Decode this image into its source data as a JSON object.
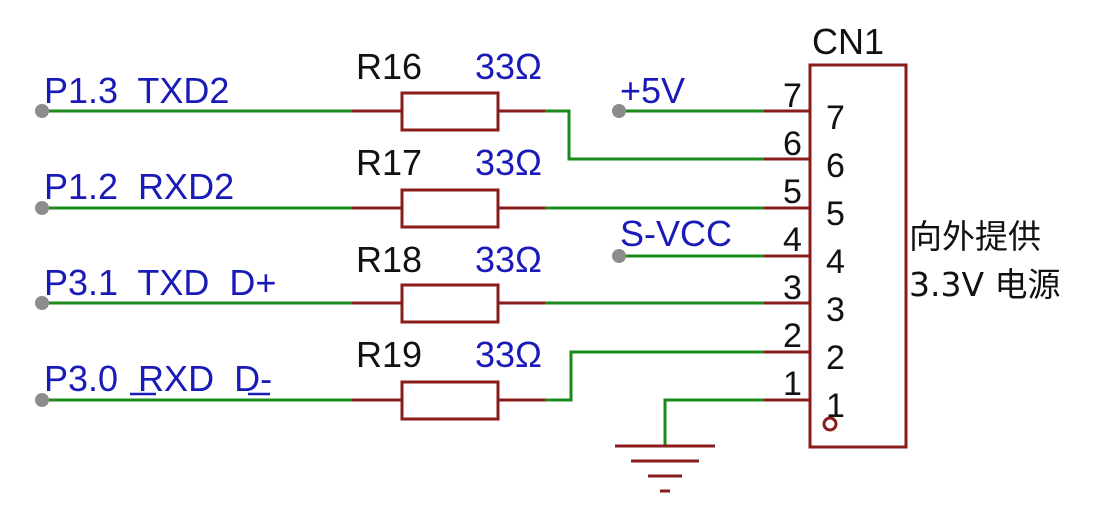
{
  "colors": {
    "wire": "#1a8a1a",
    "component": "#8b1c1c",
    "label": "#1a1ab8",
    "text": "#111111",
    "terminal": "#8c8c8c"
  },
  "nets": [
    {
      "label": "P1.3  TXD2"
    },
    {
      "label": "P1.2  RXD2"
    },
    {
      "label": "P3.1  TXD  D+"
    },
    {
      "label": "P3.0  RXD  D-"
    }
  ],
  "resistors": [
    {
      "ref": "R16",
      "value": "33Ω"
    },
    {
      "ref": "R17",
      "value": "33Ω"
    },
    {
      "ref": "R18",
      "value": "33Ω"
    },
    {
      "ref": "R19",
      "value": "33Ω"
    }
  ],
  "power": {
    "plus5v": "+5V",
    "svcc": "S-VCC"
  },
  "connector": {
    "ref": "CN1",
    "outer_pins": [
      "7",
      "6",
      "5",
      "4",
      "3",
      "2",
      "1"
    ],
    "inner_pins": [
      "7",
      "6",
      "5",
      "4",
      "3",
      "2",
      "1"
    ]
  },
  "note": {
    "line1": "向外提供",
    "line2": "3.3V 电源"
  },
  "icons": {
    "ground": "ground-symbol-icon",
    "pin1_marker": "pin1-marker-icon"
  }
}
